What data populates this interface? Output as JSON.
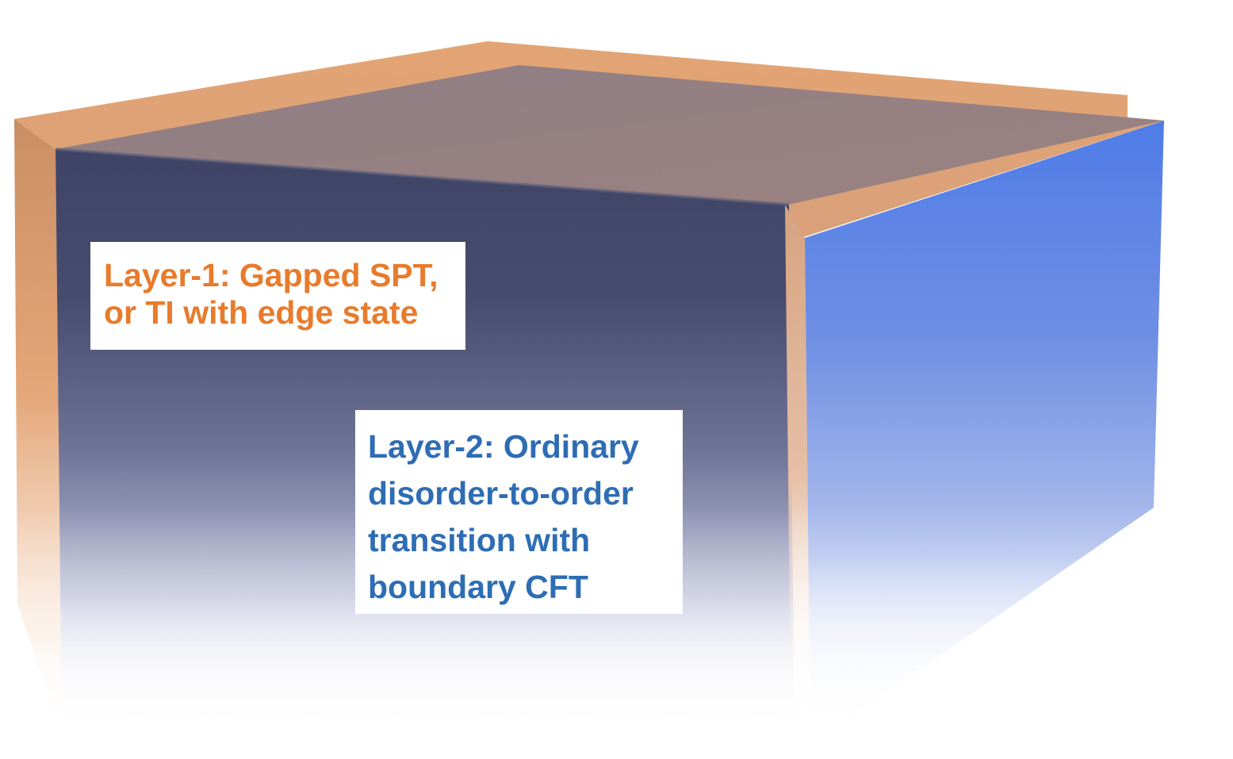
{
  "colors": {
    "layer1_text": "#E87B2C",
    "layer2_text": "#2E6DB4",
    "orange_slab": "#E9A470",
    "blue_slab_front": "#3D4266",
    "blue_slab_side": "#5B84E8",
    "top_face": "#968080"
  },
  "labels": {
    "layer1": {
      "lines": [
        "Layer-1: Gapped SPT,",
        "or TI with edge state"
      ]
    },
    "layer2": {
      "lines": [
        "Layer-2: Ordinary",
        "disorder-to-order",
        "transition with",
        "boundary CFT"
      ]
    }
  }
}
